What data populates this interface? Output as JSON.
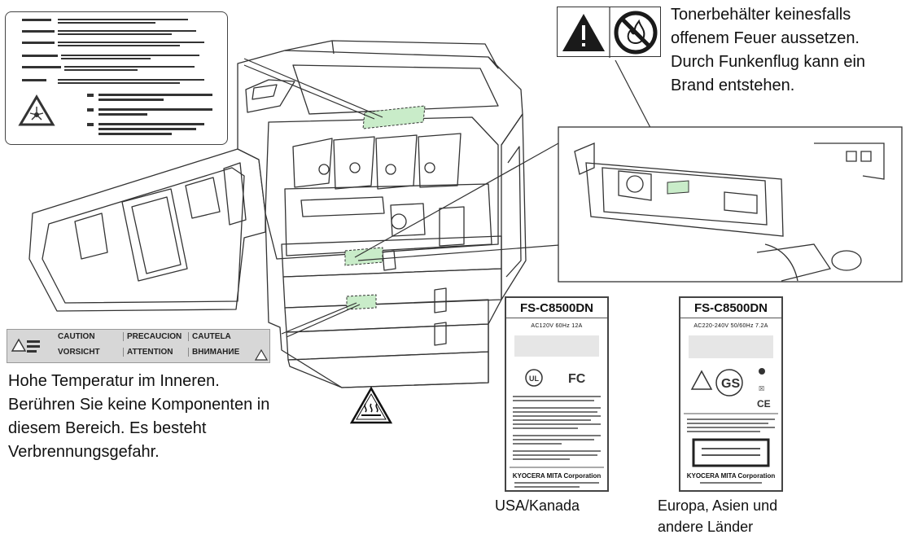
{
  "captions": {
    "toner_fire": [
      "Tonerbehälter keinesfalls",
      "offenem Feuer aussetzen.",
      "Durch Funkenflug kann ein",
      "Brand entstehen."
    ],
    "hot_area": [
      "Hohe Temperatur im Inneren.",
      "Berühren Sie keine Komponenten in",
      "diesem Bereich. Es besteht",
      "Verbrennungsgefahr."
    ],
    "usa_label": "USA/Kanada",
    "europe_label": [
      "Europa, Asien und",
      "andere Länder"
    ]
  },
  "caution_label": {
    "cells": [
      {
        "title": "CAUTION"
      },
      {
        "title": "PRECAUCION"
      },
      {
        "title": "CAUTELA"
      },
      {
        "title": "VORSICHT"
      },
      {
        "title": "ATTENTION"
      },
      {
        "title": "ВНИМАНИЕ"
      }
    ]
  },
  "rating_labels": {
    "usa": {
      "model": "FS-C8500DN",
      "voltage": "AC120V   60Hz   12A",
      "corporation": "KYOCERA MITA Corporation"
    },
    "europe": {
      "model": "FS-C8500DN",
      "voltage": "AC220-240V   50/60Hz   7.2A",
      "corporation": "KYOCERA MITA Corporation"
    }
  },
  "icons": {
    "warning": "warning-triangle-icon",
    "no_fire": "no-fire-icon",
    "hot_surface": "hot-surface-icon",
    "laser": "laser-warning-icon"
  },
  "colors": {
    "highlight": "#c9ecc9",
    "line": "#333333"
  }
}
